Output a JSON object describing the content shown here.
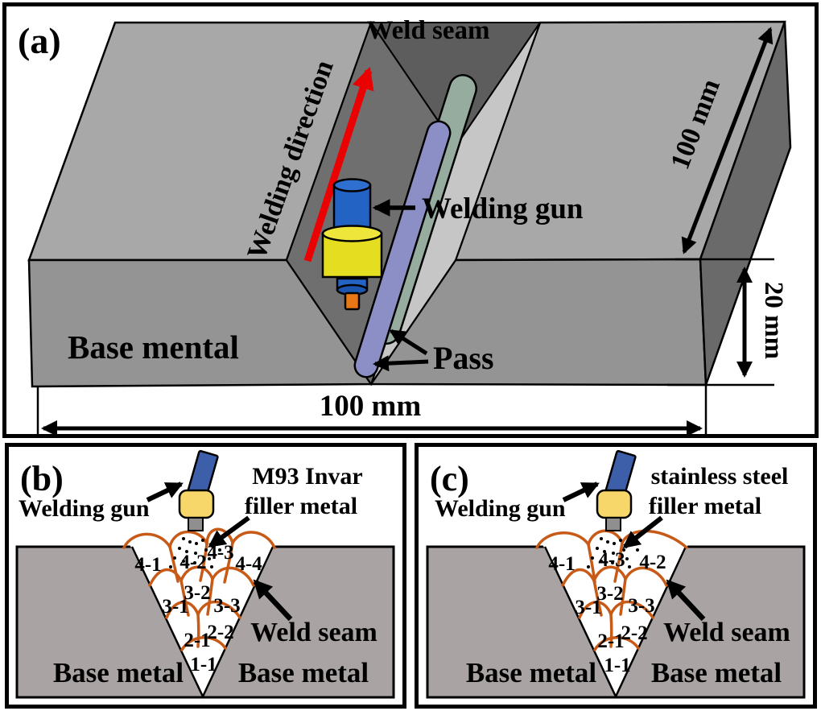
{
  "panel_a": {
    "label": "(a)",
    "weld_seam": "Weld seam",
    "welding_direction": "Welding direction",
    "welding_gun": "Welding gun",
    "pass": "Pass",
    "base_metal": "Base mental",
    "width_label": "100 mm",
    "length_label": "100 mm",
    "thickness_label": "20 mm"
  },
  "panel_b": {
    "label": "(b)",
    "welding_gun": "Welding gun",
    "filler_line1": "M93 Invar",
    "filler_line2": "filler metal",
    "weld_seam": "Weld seam",
    "base_metal_left": "Base metal",
    "base_metal_right": "Base metal",
    "passes": [
      "4-1",
      "4-2",
      "4-3",
      "4-4",
      "3-1",
      "3-2",
      "3-3",
      "2-1",
      "2-2",
      "1-1"
    ]
  },
  "panel_c": {
    "label": "(c)",
    "welding_gun": "Welding gun",
    "filler_line1": "stainless steel",
    "filler_line2": "filler metal",
    "weld_seam": "Weld seam",
    "base_metal_left": "Base metal",
    "base_metal_right": "Base metal",
    "passes": [
      "4-1",
      "4-3",
      "4-2",
      "3-1",
      "3-2",
      "3-3",
      "2-1",
      "2-2",
      "1-1"
    ]
  },
  "colors": {
    "pass_outline_orange": "#c75a17",
    "base_metal_gray": "#a9a3a3",
    "slab_top_gray": "#a8a8a8",
    "slab_front_gray": "#949494",
    "groove_wall_dark": "#6f6f6f",
    "groove_back_dark": "#5d5d5d",
    "groove_right_light": "#c6c6c6",
    "end_face_dark": "#6a6a6a",
    "gun_blue": "#3d5fa9",
    "gun_yellow": "#f8d76a",
    "gun_blue_bright": "#2263c4",
    "gun_yellow_bright": "#e5de20",
    "gun_tip_orange": "#e87816",
    "gun_nozzle_gray": "#8f8f8f",
    "direction_arrow_red": "#ea0202",
    "pass_purple": "#8b8fc6",
    "pass_green": "#95ac9f"
  }
}
